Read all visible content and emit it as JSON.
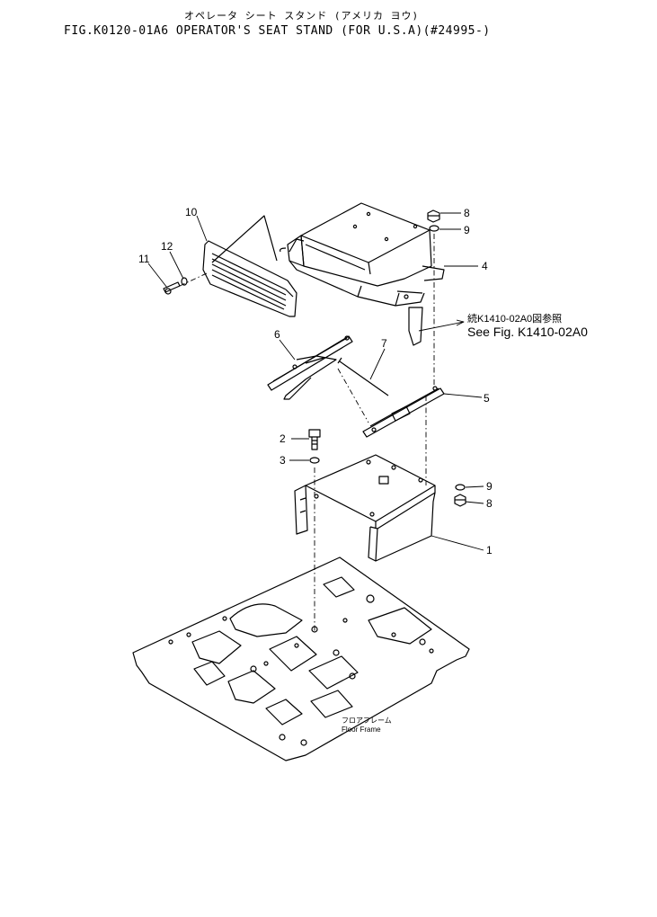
{
  "header": {
    "title_jp": "オペレータ シート スタンド (アメリカ ヨウ)",
    "title_en": "FIG.K0120-01A6  OPERATOR'S SEAT STAND (FOR U.S.A)(#24995-)"
  },
  "callouts": {
    "c1": "1",
    "c2": "2",
    "c3": "3",
    "c4": "4",
    "c5": "5",
    "c6": "6",
    "c7": "7",
    "c8a": "8",
    "c8b": "8",
    "c9a": "9",
    "c9b": "9",
    "c10": "10",
    "c11": "11",
    "c12": "12"
  },
  "reference": {
    "jp": "続K1410-02A0図参照",
    "en": "See Fig. K1410-02A0"
  },
  "floor_label": {
    "jp": "フロアフレーム",
    "en": "Floor Frame"
  }
}
